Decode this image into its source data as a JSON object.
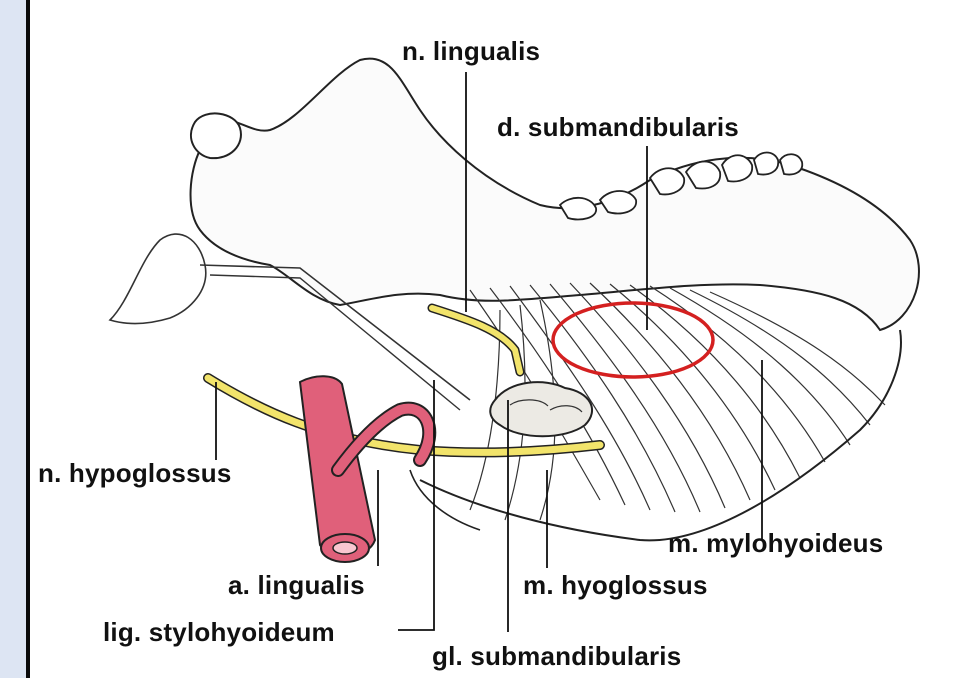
{
  "labels": {
    "n_lingualis": "n. lingualis",
    "d_submandibularis": "d. submandibularis",
    "n_hypoglossus": "n. hypoglossus",
    "m_mylohyoideus": "m. mylohyoideus",
    "a_lingualis": "a. lingualis",
    "m_hyoglossus": "m. hyoglossus",
    "lig_stylohyoideum": "lig. stylohyoideum",
    "gl_submandibularis": "gl. submandibularis"
  },
  "colors": {
    "nerve": "#f2e46b",
    "artery": "#e0607a",
    "highlight": "#d42020",
    "sidebar": "#dde5f3"
  },
  "icons": {
    "highlight_marker": "red-ellipse"
  }
}
